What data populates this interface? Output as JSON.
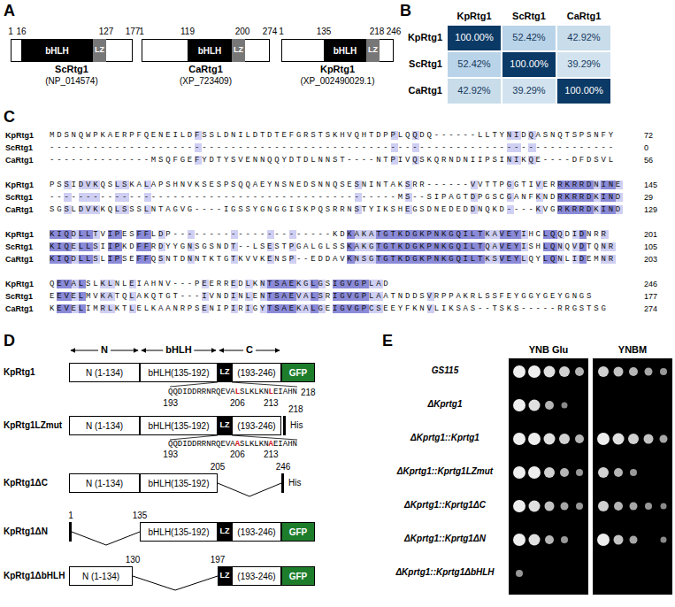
{
  "diagram": {
    "nodes": [
      {
        "text": [
          "ScRtg1",
          "(NP_014574)"
        ]
      },
      {
        "text": [
          "bHLH"
        ],
        "in": 0
      },
      {
        "text": [
          "LZ"
        ],
        "in": 0
      },
      {
        "text": [
          "CaRtg1",
          "(XP_723409)"
        ]
      },
      {
        "text": [
          "bHLH"
        ],
        "in": 3
      },
      {
        "text": [
          "LZ"
        ],
        "in": 3
      },
      {
        "text": [
          "KpRtg1",
          "(XP_002490029.1)"
        ]
      },
      {
        "text": [
          "bHLH"
        ],
        "in": 6
      },
      {
        "text": [
          "LZ"
        ],
        "in": 6
      },
      {
        "text": [
          "N (1-134)"
        ]
      },
      {
        "text": [
          "bHLH(135-192)"
        ]
      },
      {
        "text": [
          "LZ"
        ]
      },
      {
        "text": [
          "(193-246)"
        ]
      },
      {
        "text": [
          "GFP"
        ]
      },
      {
        "text": [
          "N (1-134)"
        ]
      },
      {
        "text": [
          "bHLH(135-192)"
        ]
      },
      {
        "text": [
          "LZ"
        ]
      },
      {
        "text": [
          "(193-246)"
        ]
      },
      {
        "text": [
          "N (1-134)"
        ]
      },
      {
        "text": [
          "bHLH(135-192)"
        ]
      },
      {
        "text": [
          "bHLH(135-192)"
        ]
      },
      {
        "text": [
          "LZ"
        ]
      },
      {
        "text": [
          "(193-246)"
        ]
      },
      {
        "text": [
          "GFP"
        ]
      },
      {
        "text": [
          "N (1-134)"
        ]
      },
      {
        "text": [
          "LZ"
        ]
      },
      {
        "text": [
          "(193-246)"
        ]
      },
      {
        "text": [
          "GFP"
        ]
      }
    ],
    "edges": [
      {
        "from": 24,
        "to": 25,
        "arrow": "none"
      }
    ],
    "labels": [
      "A",
      "1",
      "16",
      "127",
      "177",
      "1",
      "119",
      "200",
      "274",
      "1",
      "135",
      "218",
      "246",
      "B",
      "KpRtg1",
      "ScRtg1",
      "CaRtg1",
      "KpRtg1",
      "100.00%",
      "52.42%",
      "42.92%",
      "ScRtg1",
      "52.42%",
      "100.00%",
      "39.29%",
      "CaRtg1",
      "42.92%",
      "39.29%",
      "100.00%",
      "C",
      "KpRtg1",
      "MDSNQWPKAERPFQENEILDFSSLDNILDTDTEFGRSTSKHVQHTDPPLQQDQ------LLTYNIDQASNQTSPSNFY",
      "72",
      "ScRtg1",
      "------------------------------------------------------------------------------",
      "0",
      "CaRtg1",
      "--------------MSQFGEFYDTYSVENNQQYDTDLNNST----NTPIVQSKQRNDNIIPSINIKQE----DFDSVL",
      "56",
      "KpRtg1",
      "PSSIDVKQSLSKALAPSHNVKSESPSQQAEYNSNEDSNNQSESNINTAKSRR------VVTTPGGTIVERRKRRDNINE",
      "145",
      "ScRtg1",
      "------------------------------------------------MS--SIPAGTDPGSCGANFKNDRKRRDKIND",
      "29",
      "CaRtg1",
      "SGSLDVKKQLSSSLNTAGVG----IGSSYGNGGISKPQSRRNSTYIKSHEGSDNEDEDDNQKD----KVGRKRRDKIND",
      "129",
      "KpRtg1",
      "KIQDLLTVIPESFFLDP----------------------KDKAKATGTKDGKPNKGQILTKAVEYIHCLQQDIDNRR",
      "201",
      "ScRtg1",
      "KIQELLSIIPKDFFRDYYGNSGSNDT--LSESTPGALGLSSKAKGTGTKDGKPNKGQILTQAVEYISHLQNQVDTQNR",
      "105",
      "CaRtg1",
      "KIQDLLSLIPSEFFQSNTDNNTKTGTKVVKENSP--EDDAVKNSGTGTKDGKPNKGQILTKSVEYLQYLQNLIDEMNR",
      "203",
      "KpRtg1",
      "QEVALSLKLNLEIAHNV---PEERREDLKNTSAEKGLGSIGVGPLAD",
      "246",
      "ScRtg1",
      "EEVELMVKATQLAKQTGT---IVNDINLENTSAEVALSRIGVGPLAATNDDSVRPPAKRLSSFEYGGYGEYGNGS",
      "177",
      "CaRtg1",
      "KEVELIMRLKTLELKAANRPSENIPIRIGYTSAEKALGEIGVGPCSEEYFKNVLIKSAS--TSKS-----RRGSTSG",
      "274",
      "D",
      "N",
      "bHLH",
      "C",
      "KpRtg1",
      "QQDIDDRRNRQEVALSLKLKNLEIAHN",
      "193",
      "206",
      "213",
      "218",
      "KpRtg1LZmut",
      "QQDIDDRRNRQEVAASLKLKNAEIAHN",
      "193",
      "206",
      "213",
      "218",
      "His",
      "KpRtg1ΔC",
      "205",
      "246",
      "His",
      "KpRtg1ΔN",
      "1",
      "135",
      "KpRtg1ΔbHLH",
      "130",
      "197",
      "E",
      "YNB Glu",
      "YNBM",
      "GS115",
      "ΔKprtg1",
      "ΔKprtg1::Kprtg1",
      "ΔKprtg1::Kprtg1LZmut",
      "ΔKprtg1::Kprtg1ΔC",
      "ΔKprtg1::Kprtg1ΔN",
      "ΔKprtg1::Kprtg1ΔbHLH"
    ]
  }
}
